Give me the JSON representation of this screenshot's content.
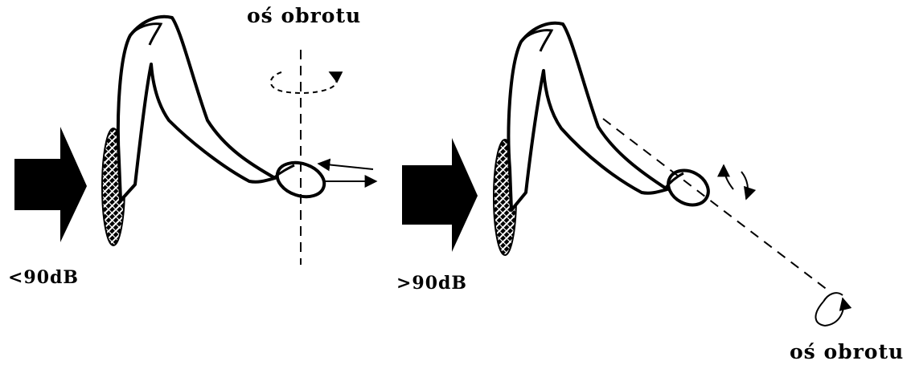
{
  "labels": {
    "axis_left": "oś obrotu",
    "axis_right": "oś obrotu",
    "sound_left": "<90dB",
    "sound_right": ">90dB"
  },
  "colors": {
    "ink": "#000000",
    "background": "#ffffff"
  }
}
